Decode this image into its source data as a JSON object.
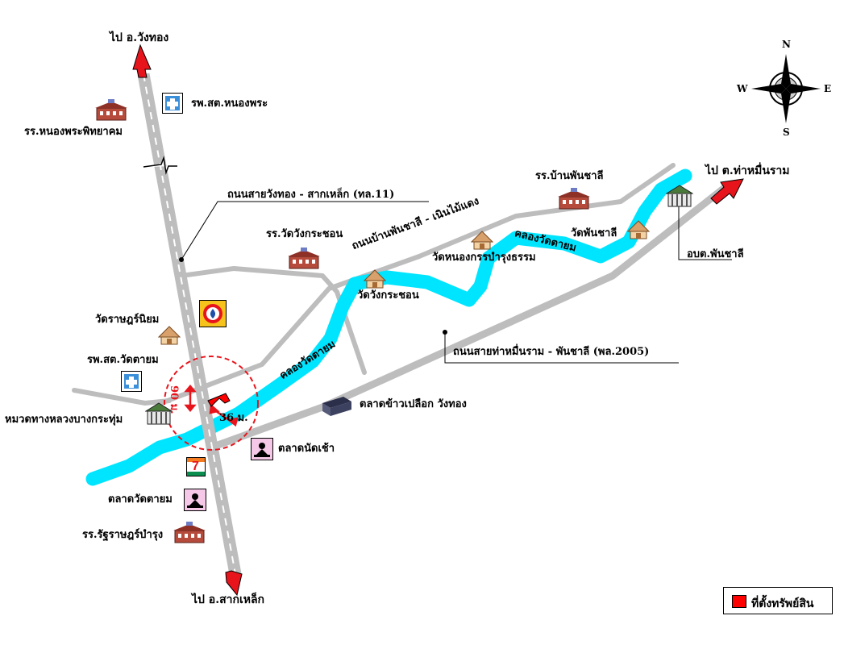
{
  "map": {
    "destinations": {
      "north": "ไป อ.วังทอง",
      "south": "ไป อ.สากเหล็ก",
      "east": "ไป ต.ท่าหมื่นราม"
    },
    "roads": {
      "main": "ถนนสายวังทอง - สากเหล็ก (ทล.11)",
      "phanchali": "ถนนบ้านพันชาลี - เนินไม้แดง",
      "tha_muen_ram": "ถนนสายท่าหมื่นราม - พันชาลี (พล.2005)"
    },
    "canal": [
      "คลองวัดตายม",
      "คลองวัดตายม"
    ],
    "places": {
      "nongphra_school": "รร.หนองพระพิทยาคม",
      "nongphra_hospital": "รพ.สต.หนองพระ",
      "phanchali_school": "รร.บ้านพันชาลี",
      "wat_phanchali": "วัดพันชาลี",
      "obt_phanchali": "อบต.พันชาลี",
      "wat_wang_krachon_school": "รร.วัดวังกระชอน",
      "wat_nong_kan": "วัดหนองกรรบำรุงธรรม",
      "wat_wang_krachon": "วัดวังกระชอน",
      "wat_rat_niyom": "วัดราษฎร์นิยม",
      "wat_tayom_hospital": "รพ.สต.วัดตายม",
      "highway_unit": "หมวดทางหลวงบางกระทุ่ม",
      "rice_market": "ตลาดข้าวเปลือก วังทอง",
      "nat_chao_market": "ตลาดนัดเช้า",
      "wat_tayom_market": "ตลาดวัดตายม",
      "rat_bamrung_school": "รร.รัฐราษฎร์บำรุง",
      "seven_eleven": "7"
    },
    "distances": {
      "d90": "90 ม.",
      "d36": "36 ม."
    },
    "compass": {
      "n": "N",
      "s": "S",
      "e": "E",
      "w": "W"
    },
    "legend": {
      "property": "ที่ตั้งทรัพย์สิน"
    },
    "colors": {
      "road": "#bdbdbd",
      "canal": "#00e5ff",
      "arrow": "#e8141c",
      "property": "#ff0000",
      "radius": "#e8141c"
    }
  }
}
